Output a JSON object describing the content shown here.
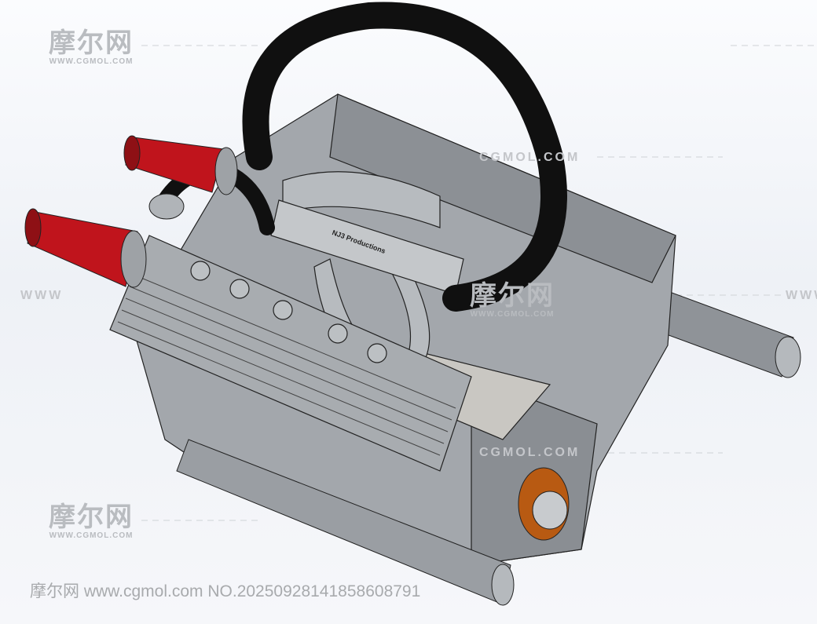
{
  "watermark": {
    "logo_text": "摩尔网",
    "logo_sub": "WWW.CGMOL.COM",
    "mid_text": "CGMOL.COM",
    "edge_text": "WWW"
  },
  "footer": "摩尔网 www.cgmol.com NO.20250928141858608791",
  "part_label": "NJ3 Productions",
  "colors": {
    "filter_red": "#c0141c",
    "body_gray": "#9a9ea3",
    "hose": "#101010",
    "flange": "#b85a12"
  }
}
